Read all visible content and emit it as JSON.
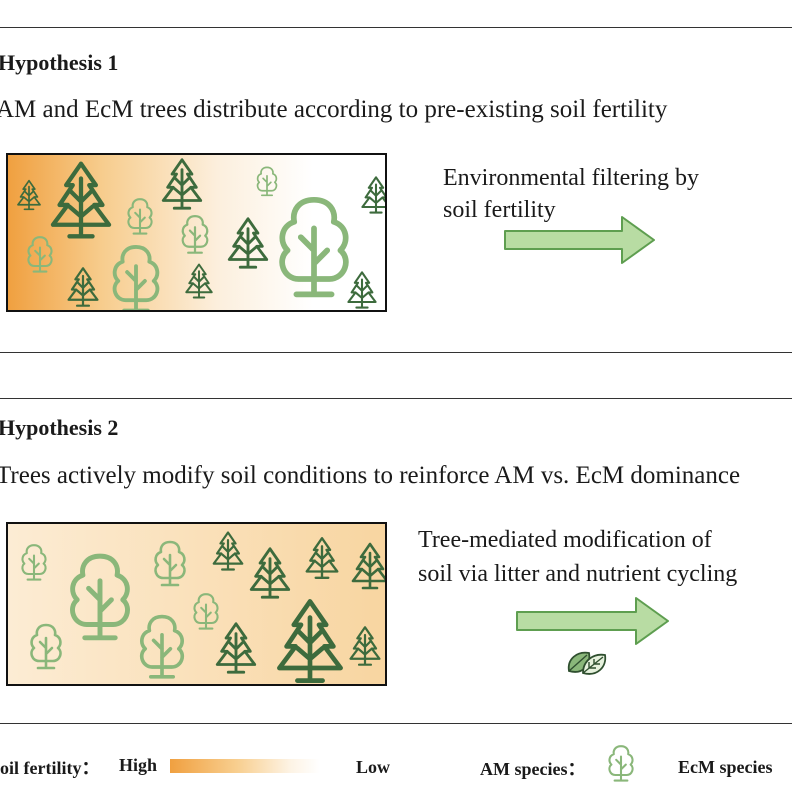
{
  "hypothesis1": {
    "heading": "Hypothesis 1",
    "description": "AM and EcM trees distribute according to pre-existing soil fertility",
    "label_line1": "Environmental filtering by",
    "label_line2": "soil fertility"
  },
  "hypothesis2": {
    "heading": "Hypothesis 2",
    "description": "Trees actively modify soil conditions to reinforce AM vs. EcM dominance",
    "label_line1": "Tree-mediated modification of",
    "label_line2": "soil via litter and nutrient cycling"
  },
  "legend": {
    "soil_fertility": "Soil fertility：",
    "high": "High",
    "low": "Low",
    "am_species": "AM species：",
    "ecm_species": "EcM species"
  },
  "colors": {
    "am_tree": "#8ab77a",
    "ecm_tree": "#3d6b3d",
    "arrow_fill": "#b8dca3",
    "arrow_stroke": "#5e9e50",
    "fertility_high": "#f0a040",
    "panel2_fill": "#fbe3c0"
  },
  "icons": {
    "am_tree": "broadleaf-tree-icon",
    "ecm_tree": "conifer-tree-icon",
    "leaf": "leaf-litter-icon"
  }
}
